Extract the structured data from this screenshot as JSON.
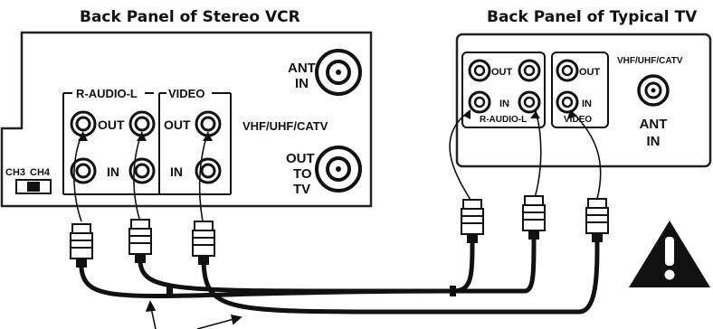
{
  "vcr": {
    "title": "Back Panel of Stereo VCR",
    "group_audio": "R-AUDIO-L",
    "group_video": "VIDEO",
    "out_label": "OUT",
    "in_label": "IN",
    "ant_in_line1": "ANT",
    "ant_in_line2": "IN",
    "band_label": "VHF/UHF/CATV",
    "out_to_tv_line1": "OUT",
    "out_to_tv_line2": "TO",
    "out_to_tv_line3": "TV",
    "ch3_label": "CH3",
    "ch4_label": "CH4"
  },
  "tv": {
    "title": "Back Panel of Typical TV",
    "out_label": "OUT",
    "in_label": "IN",
    "group_audio": "R-AUDIO-L",
    "group_video": "VIDEO",
    "band_label": "VHF/UHF/CATV",
    "ant_line1": "ANT",
    "ant_line2": "IN"
  },
  "warning": {
    "icon": "warning-triangle-icon",
    "symbol": "!"
  },
  "colors": {
    "ink": "#111111",
    "paper": "#ffffff",
    "panel_stroke": "#222222"
  }
}
